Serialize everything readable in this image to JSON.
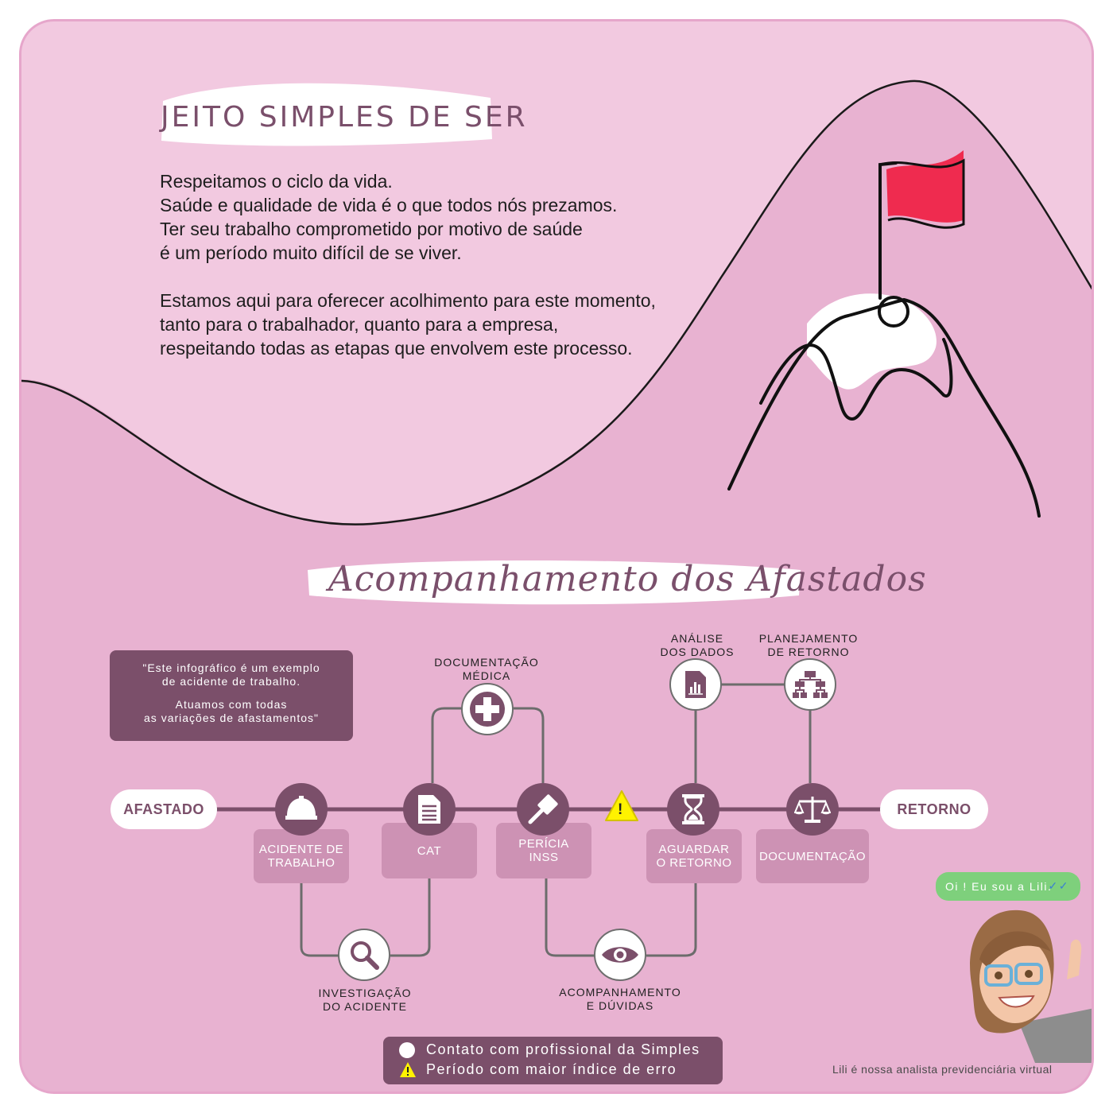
{
  "header": {
    "title": "JEITO SIMPLES DE SER"
  },
  "intro": {
    "paragraph1": [
      "Respeitamos o ciclo da vida.",
      "Saúde e qualidade de vida é o que todos nós prezamos.",
      "Ter seu trabalho comprometido por motivo de saúde",
      "é um período muito difícil de se viver."
    ],
    "paragraph2": [
      "Estamos aqui para oferecer acolhimento para este momento,",
      "tanto para o trabalhador, quanto para a empresa,",
      "respeitando todas as etapas que envolvem este processo."
    ]
  },
  "section": {
    "title": "Acompanhamento dos Afastados"
  },
  "quote": {
    "line1": "\"Este infográfico é um exemplo",
    "line2": "de acidente de trabalho.",
    "line3": "Atuamos com todas",
    "line4": "as variações de afastamentos\""
  },
  "flow": {
    "start": "AFASTADO",
    "end": "RETORNO",
    "steps": [
      {
        "label1": "ACIDENTE DE",
        "label2": "TRABALHO",
        "icon": "hard-hat-icon"
      },
      {
        "label1": "CAT",
        "label2": "",
        "icon": "document-icon"
      },
      {
        "label1": "PERÍCIA",
        "label2": "INSS",
        "icon": "gavel-icon"
      },
      {
        "label1": "AGUARDAR",
        "label2": "O RETORNO",
        "icon": "hourglass-icon"
      },
      {
        "label1": "DOCUMENTAÇÃO",
        "label2": "",
        "icon": "scales-icon"
      }
    ],
    "warning_mark": "!",
    "contacts": {
      "doc_medica": {
        "line1": "DOCUMENTAÇÃO",
        "line2": "MÉDICA",
        "icon": "medical-cross-icon"
      },
      "analise": {
        "line1": "ANÁLISE",
        "line2": "DOS DADOS",
        "icon": "report-icon"
      },
      "planejamento": {
        "line1": "PLANEJAMENTO",
        "line2": "DE RETORNO",
        "icon": "org-chart-icon"
      },
      "investigacao": {
        "line1": "INVESTIGAÇÃO",
        "line2": "DO ACIDENTE",
        "icon": "magnifier-icon"
      },
      "acompanhamento": {
        "line1": "ACOMPANHAMENTO",
        "line2": "E DÚVIDAS",
        "icon": "eye-icon"
      }
    }
  },
  "legend": {
    "contact": "Contato com profissional da Simples",
    "error": "Período com maior índice de erro"
  },
  "assistant": {
    "greeting": "Oi ! Eu sou a Lili.",
    "caption": "Lili é nossa analista previdenciária virtual"
  },
  "colors": {
    "background": "#e8b2d1",
    "light_wave": "#f2c9e0",
    "accent": "#7b4f6a",
    "label_box": "#cd92b4",
    "flag": "#ef2b4f",
    "warning": "#fff200",
    "chat": "#7ed07c"
  }
}
